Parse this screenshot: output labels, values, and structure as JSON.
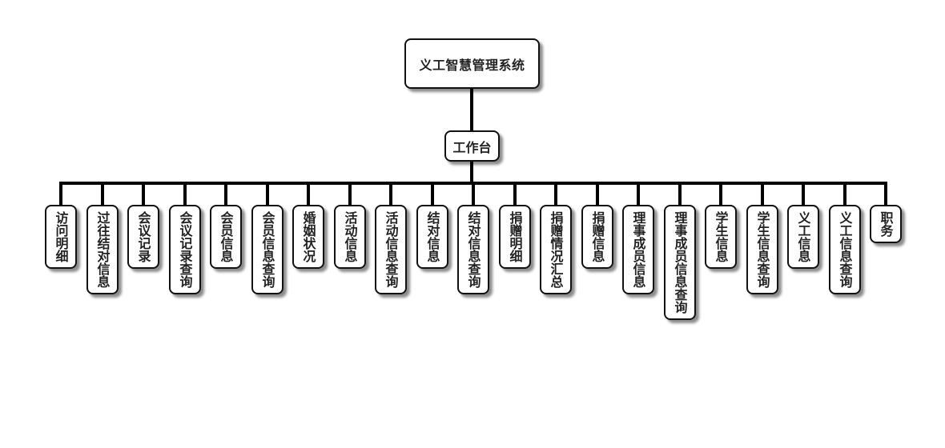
{
  "diagram": {
    "root": "义工智慧管理系统",
    "mid": "工作台",
    "leaves": [
      "访问明细",
      "过往结对信息",
      "会议记录",
      "会议记录查询",
      "会员信息",
      "会员信息查询",
      "婚姻状况",
      "活动信息",
      "活动信息查询",
      "结对信息",
      "结对信息查询",
      "捐赠明细",
      "捐赠情况汇总",
      "捐赠信息",
      "理事成员信息",
      "理事成员信息查询",
      "学生信息",
      "学生信息查询",
      "义工信息",
      "义工信息查询",
      "职务"
    ]
  }
}
